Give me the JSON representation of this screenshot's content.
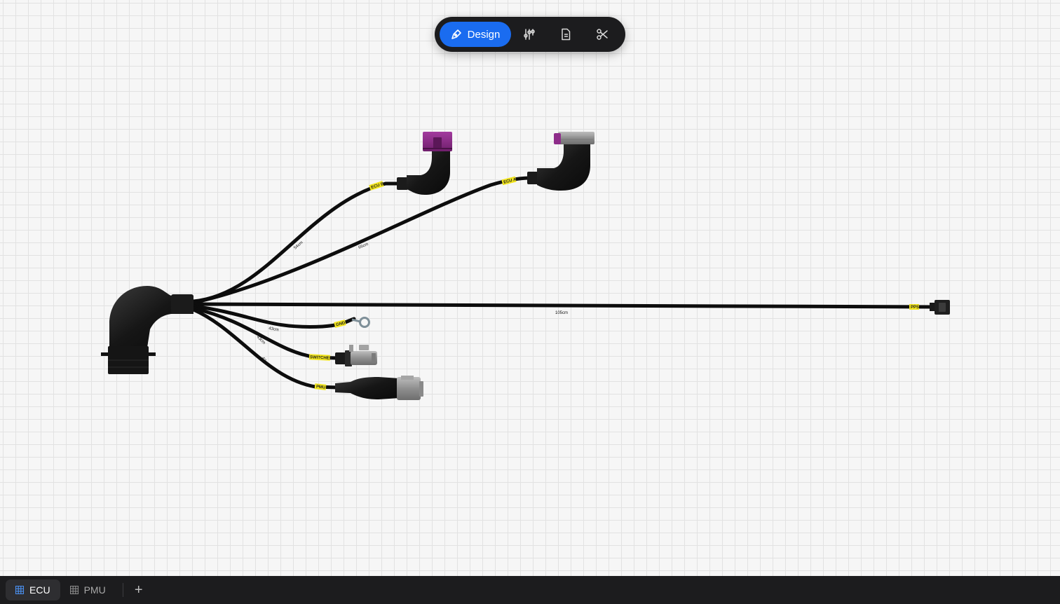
{
  "toolbar": {
    "design_label": "Design",
    "tools": [
      {
        "icon": "pen-icon",
        "label": "Design",
        "active": true
      },
      {
        "icon": "sliders-icon",
        "active": false
      },
      {
        "icon": "document-icon",
        "active": false
      },
      {
        "icon": "scissors-icon",
        "active": false
      }
    ]
  },
  "sheets": {
    "tabs": [
      {
        "label": "ECU",
        "active": true,
        "icon": "grid-icon"
      },
      {
        "label": "PMU",
        "active": false,
        "icon": "grid-icon"
      }
    ],
    "add_icon": "plus-icon"
  },
  "harness": {
    "segments": {
      "ecu_b": "54cm",
      "ecu_a": "66cm",
      "pps": "105cm",
      "gnd": "43cm",
      "switches": "43cm",
      "pmu": "43cm"
    },
    "tags": {
      "ecu_b": "ECU B",
      "ecu_a": "ECU A",
      "pps": "PPS",
      "gnd": "GND",
      "switches": "SWITCHES",
      "pmu": "PMU"
    }
  },
  "colors": {
    "accent": "#1a6cf0",
    "toolbar_bg": "#1c1c1e",
    "canvas_bg": "#f6f6f6",
    "grid_line": "#e2e2e2",
    "wire": "#0d0d0d",
    "label_tag": "#f2e51d",
    "connector_purple": "#8e2d8a",
    "connector_grey": "#8c8c8c"
  }
}
